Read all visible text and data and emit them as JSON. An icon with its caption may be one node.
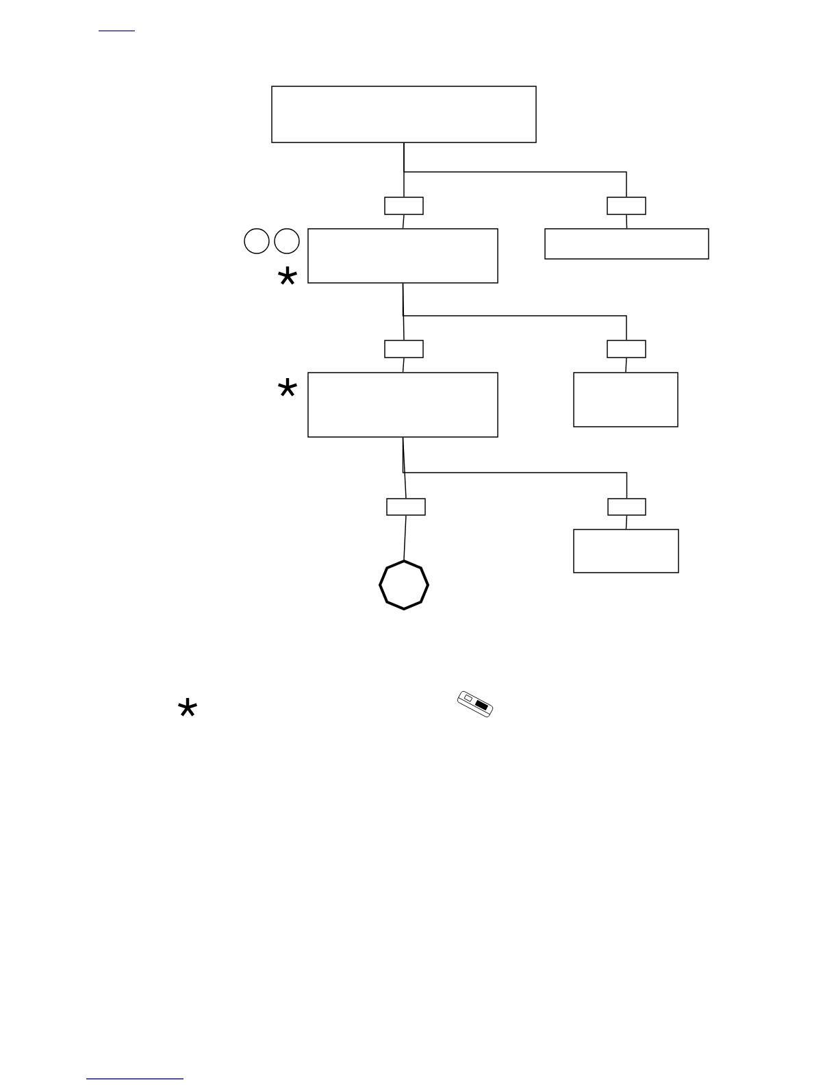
{
  "diagram": {
    "nodes": [
      {
        "text": [],
        "shape": "box"
      },
      {
        "text": [],
        "shape": "box"
      },
      {
        "text": [],
        "shape": "box"
      },
      {
        "text": [],
        "shape": "box"
      },
      {
        "text": [],
        "shape": "box"
      },
      {
        "text": [],
        "shape": "box"
      },
      {
        "text": [],
        "shape": "box"
      },
      {
        "text": [],
        "shape": "box"
      },
      {
        "text": [],
        "shape": "box"
      },
      {
        "text": [],
        "shape": "box"
      },
      {
        "text": [],
        "shape": "box"
      },
      {
        "text": [],
        "shape": "octagon"
      },
      {
        "text": [],
        "shape": "box"
      }
    ],
    "edges": [
      {
        "from": 0,
        "to": 1,
        "arrow": "none"
      },
      {
        "from": 0,
        "to": 2,
        "arrow": "none"
      },
      {
        "from": 1,
        "to": 3,
        "arrow": "none"
      },
      {
        "from": 2,
        "to": 4,
        "arrow": "none"
      },
      {
        "from": 3,
        "to": 5,
        "arrow": "none"
      },
      {
        "from": 3,
        "to": 6,
        "arrow": "none"
      },
      {
        "from": 5,
        "to": 7,
        "arrow": "none"
      },
      {
        "from": 6,
        "to": 8,
        "arrow": "none"
      },
      {
        "from": 7,
        "to": 9,
        "arrow": "none"
      },
      {
        "from": 7,
        "to": 10,
        "arrow": "none"
      },
      {
        "from": 9,
        "to": 11,
        "arrow": "none"
      },
      {
        "from": 10,
        "to": 12,
        "arrow": "none"
      }
    ]
  }
}
